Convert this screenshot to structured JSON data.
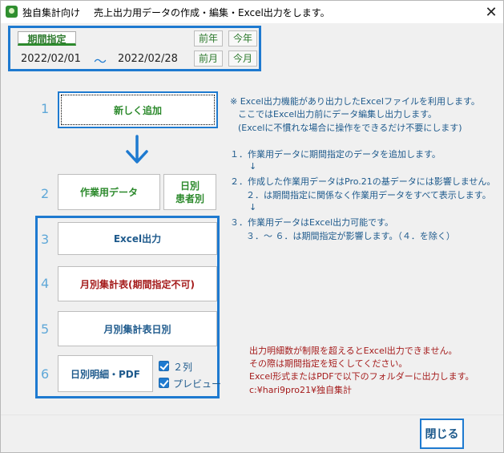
{
  "window": {
    "app_label": "独自集計向け",
    "title": "売上出力用データの作成・編集・Excel出力をします。",
    "close_symbol": "✕"
  },
  "period": {
    "tag": "期間指定",
    "date_from": "2022/02/01",
    "separator": "〜",
    "date_to": "2022/02/28",
    "prev_year": "前年",
    "this_year": "今年",
    "prev_month": "前月",
    "this_month": "今月"
  },
  "steps": {
    "n1": "1",
    "n2": "2",
    "n3": "3",
    "n4": "4",
    "n5": "5",
    "n6": "6",
    "add_new": "新しく追加",
    "work_data": "作業用データ",
    "daily_patient_1": "日別",
    "daily_patient_2": "患者別",
    "excel_output": "Excel出力",
    "monthly_summary": "月別集計表(期間指定不可)",
    "monthly_summary_daily": "月別集計表日別",
    "daily_detail_pdf": "日別明細・PDF",
    "two_columns": "２列",
    "preview": "プレビュー"
  },
  "notes": {
    "line1": "※ Excel出力機能があり出力したExcelファイルを利用します。",
    "line2": "ここではExcel出力前にデータ編集し出力します。",
    "line3": "(Excelに不慣れな場合に操作をできるだけ不要にします)",
    "line4": "１．作業用データに期間指定のデータを追加します。",
    "line5": "↓",
    "line6": "２．作成した作業用データはPro.21の基データには影響しません。",
    "line7": "２．は期間指定に関係なく作業用データをすべて表示します。",
    "line8": "↓",
    "line9": "３．作業用データはExcel出力可能です。",
    "line10": "３．～ ６．は期間指定が影響します。（４．を除く）"
  },
  "warnings": {
    "line1": "出力明細数が制限を超えるとExcel出力できません。",
    "line2": "その際は期間指定を短くしてください。",
    "line3": "Excel形式またはPDFで以下のフォルダーに出力します。",
    "line4": "c:¥hari9pro21¥独自集計"
  },
  "close_label": "閉じる",
  "colors": {
    "accent": "#1e7ad0",
    "green": "#2d8a2d",
    "red": "#a51c1c",
    "text_blue": "#1e5a8c"
  }
}
